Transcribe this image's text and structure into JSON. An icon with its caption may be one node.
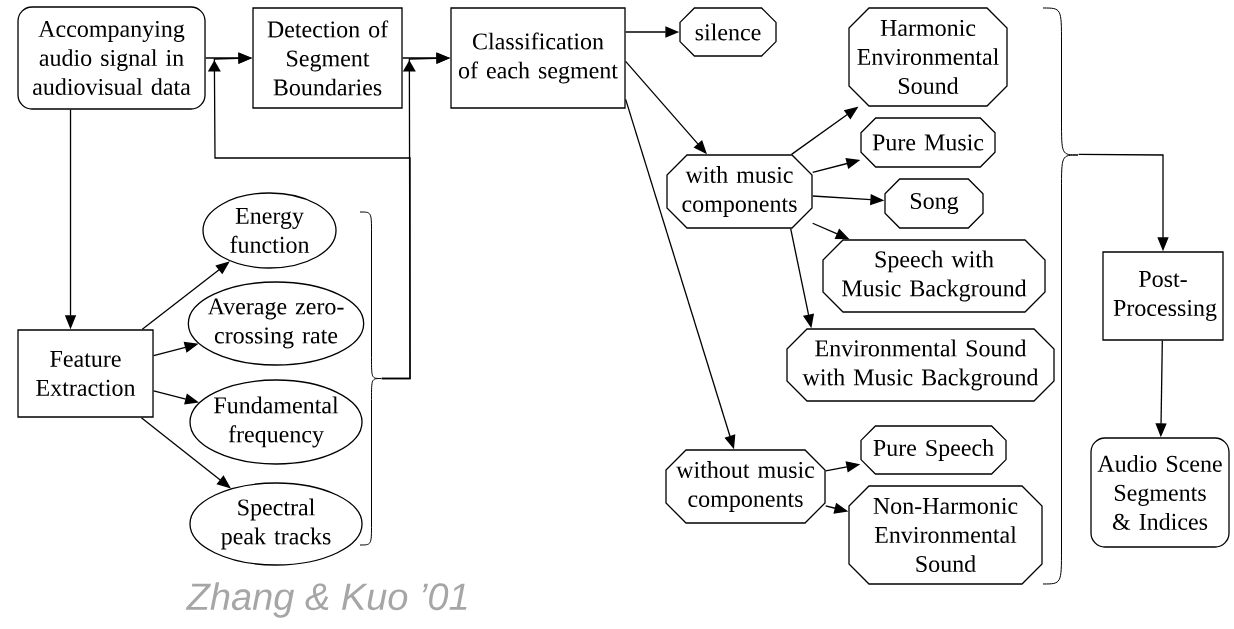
{
  "diagram": {
    "caption": "Zhang & Kuo ’01",
    "nodes": [
      {
        "text": [
          "Accompanying audio signal in audiovisual data"
        ]
      },
      {
        "text": [
          "Detection of Segment Boundaries"
        ]
      },
      {
        "text": [
          "Classification of each segment"
        ]
      },
      {
        "text": [
          "silence"
        ]
      },
      {
        "text": [
          "Harmonic Environmental Sound"
        ]
      },
      {
        "text": [
          "with music components"
        ]
      },
      {
        "text": [
          "Pure Music"
        ]
      },
      {
        "text": [
          "Song"
        ]
      },
      {
        "text": [
          "Speech with Music Background"
        ]
      },
      {
        "text": [
          "Environmental Sound with Music Background"
        ]
      },
      {
        "text": [
          "without music components"
        ]
      },
      {
        "text": [
          "Pure Speech"
        ]
      },
      {
        "text": [
          "Non-Harmonic Environmental Sound"
        ]
      },
      {
        "text": [
          "Post-Processing"
        ]
      },
      {
        "text": [
          "Audio Scene Segments & Indices"
        ]
      },
      {
        "text": [
          "Feature Extraction"
        ]
      },
      {
        "text": [
          "Energy function"
        ]
      },
      {
        "text": [
          "Average zero-crossing rate"
        ]
      },
      {
        "text": [
          "Fundamental frequency"
        ]
      },
      {
        "text": [
          "Spectral peak tracks"
        ]
      },
      {
        "text": [],
        "shape": "brace"
      },
      {
        "text": [],
        "shape": "brace"
      }
    ],
    "edges": [
      {
        "from": 0,
        "to": 1,
        "arrow": "to"
      },
      {
        "from": 1,
        "to": 2,
        "arrow": "to"
      },
      {
        "from": 2,
        "to": 3,
        "arrow": "to"
      },
      {
        "from": 2,
        "to": 5,
        "arrow": "to"
      },
      {
        "from": 2,
        "to": 10,
        "arrow": "to"
      },
      {
        "from": 5,
        "to": 4,
        "arrow": "to"
      },
      {
        "from": 5,
        "to": 6,
        "arrow": "to"
      },
      {
        "from": 5,
        "to": 7,
        "arrow": "to"
      },
      {
        "from": 5,
        "to": 8,
        "arrow": "to"
      },
      {
        "from": 5,
        "to": 9,
        "arrow": "to"
      },
      {
        "from": 10,
        "to": 11,
        "arrow": "to"
      },
      {
        "from": 10,
        "to": 12,
        "arrow": "to"
      },
      {
        "from": 13,
        "to": 14,
        "arrow": "to"
      },
      {
        "from": 0,
        "to": 15,
        "arrow": "to"
      },
      {
        "from": 15,
        "to": 16,
        "arrow": "to"
      },
      {
        "from": 15,
        "to": 17,
        "arrow": "to"
      },
      {
        "from": 15,
        "to": 18,
        "arrow": "to"
      },
      {
        "from": 15,
        "to": 19,
        "arrow": "to"
      },
      {
        "from": 20,
        "to": 1,
        "arrow": "to"
      },
      {
        "from": 20,
        "to": 2,
        "arrow": "to"
      },
      {
        "from": 21,
        "to": 13,
        "arrow": "to"
      }
    ]
  }
}
